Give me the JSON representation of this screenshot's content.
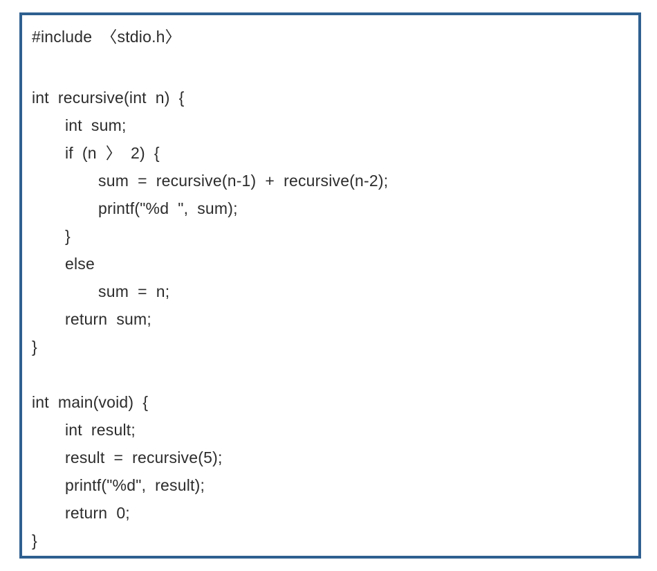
{
  "figure": {
    "type": "c-code-listing",
    "colors": {
      "border": "#2f6090",
      "text": "#2c2c2c",
      "background": "#ffffff"
    },
    "code": {
      "language": "c",
      "lines": [
        {
          "indent": 0,
          "text": "#include 〈stdio.h〉"
        },
        {
          "indent": 0,
          "text": "int recursive(int n) {",
          "gap_before": 48
        },
        {
          "indent": 1,
          "text": "int sum;"
        },
        {
          "indent": 1,
          "text": "if (n 〉 2) {"
        },
        {
          "indent": 2,
          "text": "sum = recursive(n-1) + recursive(n-2);"
        },
        {
          "indent": 2,
          "text": "printf(\"%d \", sum);"
        },
        {
          "indent": 1,
          "text": "}"
        },
        {
          "indent": 1,
          "text": "else"
        },
        {
          "indent": 2,
          "text": "sum = n;"
        },
        {
          "indent": 1,
          "text": "return sum;"
        },
        {
          "indent": 0,
          "text": "}"
        },
        {
          "indent": 0,
          "text": "int main(void) {",
          "gap_before": 40
        },
        {
          "indent": 1,
          "text": "int result;"
        },
        {
          "indent": 1,
          "text": "result = recursive(5);"
        },
        {
          "indent": 1,
          "text": "printf(\"%d\", result);"
        },
        {
          "indent": 1,
          "text": "return 0;"
        },
        {
          "indent": 0,
          "text": "}"
        }
      ]
    }
  }
}
